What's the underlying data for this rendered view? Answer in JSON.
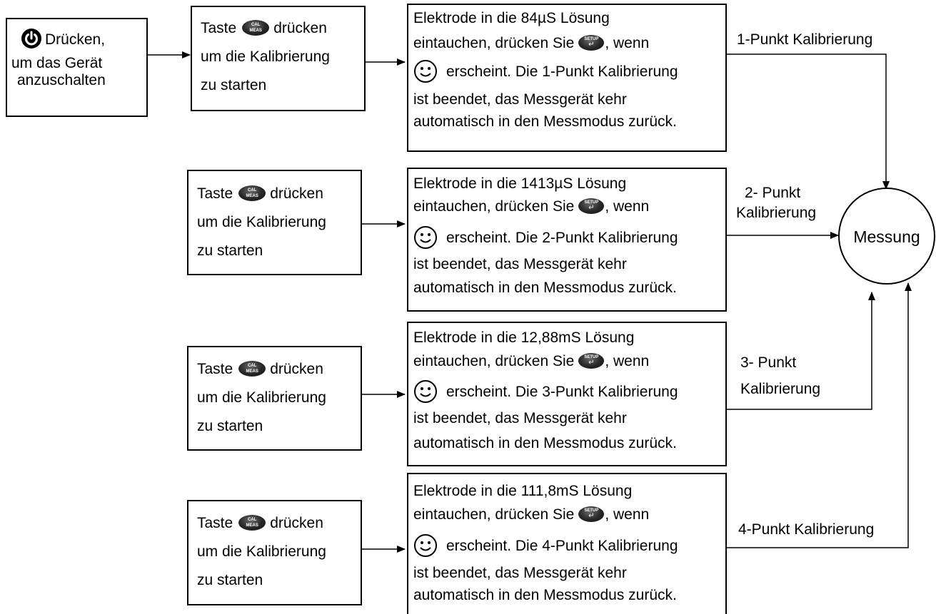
{
  "start": {
    "line1": "Drücken,",
    "line2": "um das Gerät",
    "line3": "anzuschalten"
  },
  "key_cal": {
    "l1": "CAL",
    "l2": "MEAS"
  },
  "key_setup": {
    "l1": "SETUP",
    "l2": "↵"
  },
  "start_cal": {
    "taste": "Taste",
    "druecken": "drücken",
    "line2": "um die Kalibrierung",
    "line3": "zu starten"
  },
  "steps": [
    {
      "line1": "Elektrode in die 84µS Lösung",
      "line2_pre": "eintauchen, drücken Sie",
      "line2_post": ", wenn",
      "line3": "erscheint. Die 1-Punkt Kalibrierung",
      "line4": "ist beendet, das Messgerät kehr",
      "line5": "automatisch in den Messmodus zurück."
    },
    {
      "line1": "Elektrode in die 1413µS Lösung",
      "line2_pre": "eintauchen, drücken Sie",
      "line2_post": ", wenn",
      "line3": "erscheint. Die 2-Punkt Kalibrierung",
      "line4": "ist beendet, das Messgerät kehr",
      "line5": "automatisch in den Messmodus zurück."
    },
    {
      "line1": "Elektrode in die 12,88mS Lösung",
      "line2_pre": "eintauchen, drücken Sie",
      "line2_post": ", wenn",
      "line3": "erscheint. Die 3-Punkt Kalibrierung",
      "line4": "ist beendet, das Messgerät kehr",
      "line5": "automatisch in den Messmodus zurück."
    },
    {
      "line1": "Elektrode in die 111,8mS Lösung",
      "line2_pre": "eintauchen, drücken Sie",
      "line2_post": ", wenn",
      "line3": "erscheint. Die 4-Punkt Kalibrierung",
      "line4": "ist beendet, das Messgerät kehr",
      "line5": "automatisch in den Messmodus zurück."
    }
  ],
  "labels": {
    "p1": "1-Punkt Kalibrierung",
    "p2_l1": "2- Punkt",
    "p2_l2": "Kalibrierung",
    "p3_l1": "3- Punkt",
    "p3_l2": "Kalibrierung",
    "p4": "4-Punkt Kalibrierung"
  },
  "end": {
    "label": "Messung"
  }
}
